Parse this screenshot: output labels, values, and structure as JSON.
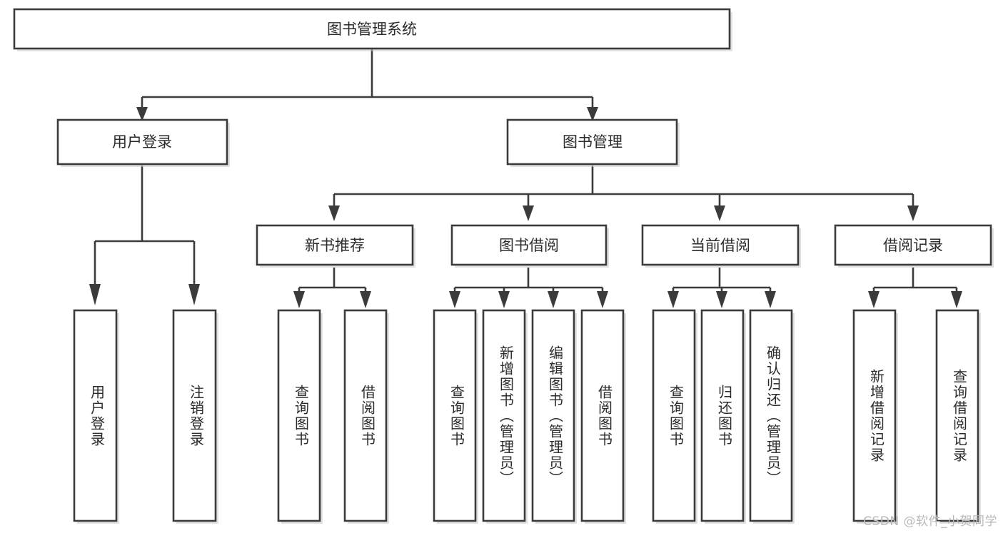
{
  "diagram": {
    "type": "tree",
    "title": "图书管理系统",
    "watermark": "CSDN @软件_小贺同学",
    "root": {
      "id": "root",
      "label": "图书管理系统"
    },
    "level2": [
      {
        "id": "user-login",
        "label": "用户登录"
      },
      {
        "id": "book-manage",
        "label": "图书管理"
      }
    ],
    "level3": [
      {
        "id": "new-book-recommend",
        "label": "新书推荐",
        "parent": "book-manage"
      },
      {
        "id": "book-borrow",
        "label": "图书借阅",
        "parent": "book-manage"
      },
      {
        "id": "current-borrow",
        "label": "当前借阅",
        "parent": "book-manage"
      },
      {
        "id": "borrow-record",
        "label": "借阅记录",
        "parent": "book-manage"
      }
    ],
    "leaves": [
      {
        "id": "leaf-user-login",
        "label": "用户登录",
        "parent": "user-login"
      },
      {
        "id": "leaf-logout-login",
        "label": "注销登录",
        "parent": "user-login"
      },
      {
        "id": "leaf-query-book-1",
        "label": "查询图书",
        "parent": "new-book-recommend"
      },
      {
        "id": "leaf-borrow-book-1",
        "label": "借阅图书",
        "parent": "new-book-recommend"
      },
      {
        "id": "leaf-query-book-2",
        "label": "查询图书",
        "parent": "book-borrow"
      },
      {
        "id": "leaf-add-book",
        "label": "新增图书（管理员）",
        "parent": "book-borrow"
      },
      {
        "id": "leaf-edit-book",
        "label": "编辑图书（管理员）",
        "parent": "book-borrow"
      },
      {
        "id": "leaf-borrow-book-2",
        "label": "借阅图书",
        "parent": "book-borrow"
      },
      {
        "id": "leaf-query-book-3",
        "label": "查询图书",
        "parent": "current-borrow"
      },
      {
        "id": "leaf-return-book",
        "label": "归还图书",
        "parent": "current-borrow"
      },
      {
        "id": "leaf-confirm-return",
        "label": "确认归还（管理员）",
        "parent": "current-borrow"
      },
      {
        "id": "leaf-add-record",
        "label": "新增借阅记录",
        "parent": "borrow-record"
      },
      {
        "id": "leaf-query-record",
        "label": "查询借阅记录",
        "parent": "borrow-record"
      }
    ],
    "colors": {
      "stroke": "#3b3b3b",
      "fill": "#ffffff",
      "text": "#2b2b2b",
      "watermark": "#b9b9b9",
      "background": "#ffffff"
    }
  }
}
